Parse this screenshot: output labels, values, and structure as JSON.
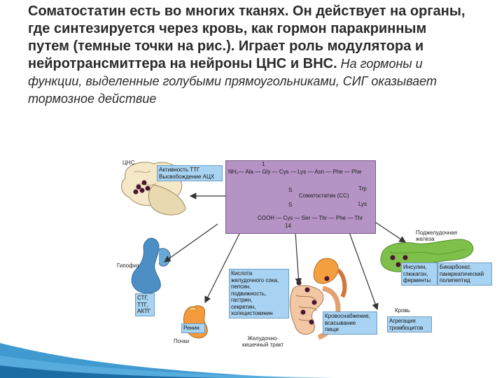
{
  "slide": {
    "bold_text": "Соматостатин есть во многих тканях. Он действует на органы, где синтезируется через кровь, как гормон паракринным путем (темные точки на рис.). Играет роль модулятора и нейротрансмиттера на нейроны ЦНС и ВНС.",
    "italic_text": " На гормоны и функции, выделенные голубыми прямоугольниками, СИГ оказывает тормозное действие"
  },
  "peptide": {
    "pos1": "1",
    "row1": "NH₂— Ala — Gly — Cys — Lys — Asn — Phe — Phe",
    "s1": "S",
    "s2": "S",
    "trp": "Trp",
    "lys": "Lys",
    "name": "Соматостатин (СС)",
    "row2": "COOH — Cys — Ser — Thr — Phe — Thr",
    "pos14": "14"
  },
  "organs": {
    "cns": "ЦНС",
    "pituitary": "Гипофиз",
    "kidneys": "Почки",
    "gi_tract": "Желудочно-\nкишечный тракт",
    "pancreas": "Поджелудочная\nжелеза",
    "blood": "Кровь"
  },
  "boxes": {
    "cns": "Активность ТТГ\nВысвобождение АЦХ",
    "pituitary": "СТГ,\nТТГ,\nАКТГ",
    "kidneys": "Ренин",
    "stomach": "Кислота\nжелудочного сока,\nпепсин,\nподвижность,\nгастрин,\nсекретин,\nхолецистокинин",
    "intestine": "Кровоснабжение,\nвсасывание\nпищи",
    "pancreas_1": "Инсулин,\nглюкагон,\nферменты",
    "pancreas_2": "Бикарбонат,\nпанкреатический\nполипептид",
    "blood": "Агрегация\nтромбоцитов"
  },
  "colors": {
    "box_fill": "#a9d3f2",
    "center_fill": "#b593c4",
    "arrow": "#333333",
    "accent_wave": "#1e88c8"
  }
}
